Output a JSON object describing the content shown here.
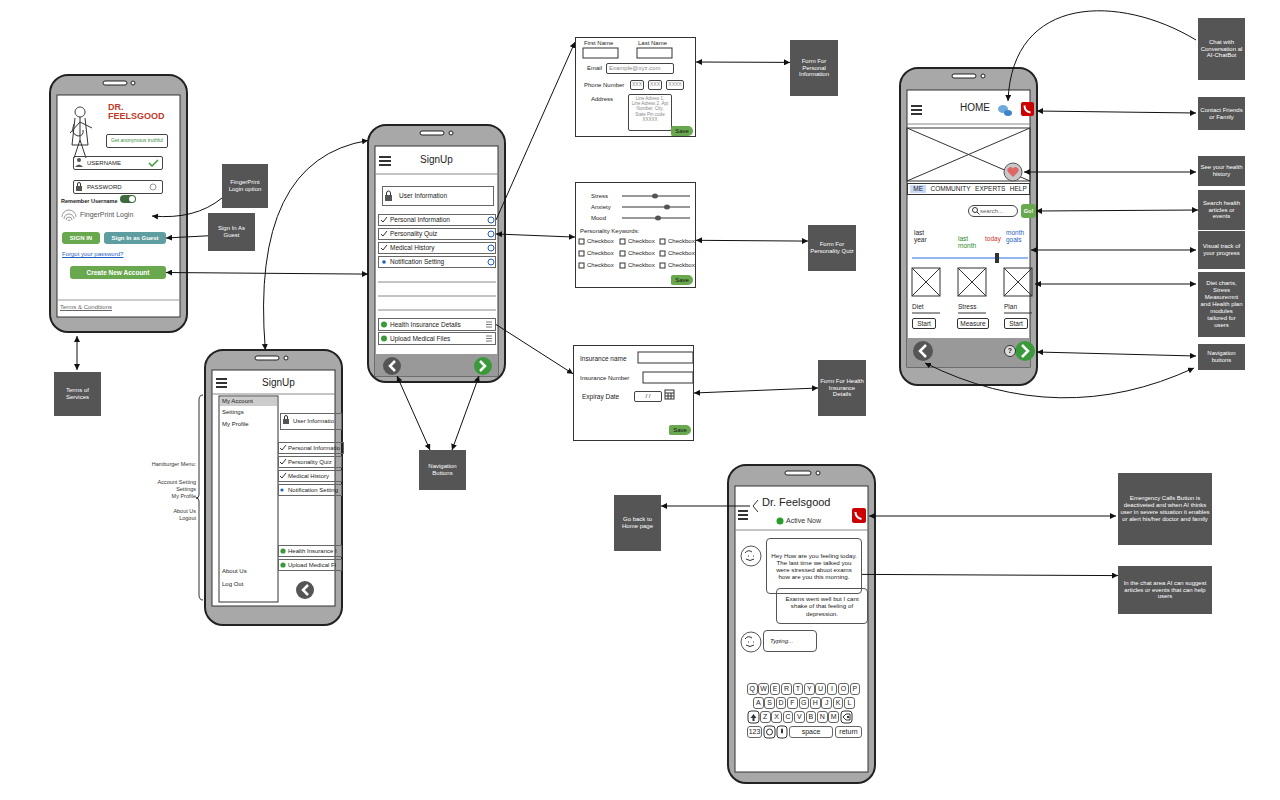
{
  "diagram": {
    "nodes": [
      {
        "text": [
          "DR. FEELSGOOD",
          "Remember Username",
          "FingerPrint Login",
          "Forgot your password?",
          "Terms & Conditions"
        ]
      },
      {
        "text": [
          "Get anonymous truthful"
        ],
        "in": 0
      },
      {
        "text": [
          "USERNAME"
        ],
        "in": 0
      },
      {
        "text": [
          "PASSWORD"
        ],
        "in": 0
      },
      {
        "text": [
          "SIGN IN"
        ],
        "in": 0
      },
      {
        "text": [
          "Sign In as Guest"
        ],
        "in": 0
      },
      {
        "text": [
          "Create New Account"
        ],
        "in": 0
      },
      {
        "text": [
          "FingerPrint Login option"
        ]
      },
      {
        "text": [
          "Sign In As Guest"
        ]
      },
      {
        "text": [
          "Terms of Services"
        ]
      },
      {
        "text": [
          "SignUp",
          "My Account",
          "Settings",
          "My Profile",
          "About Us",
          "Log Out"
        ]
      },
      {
        "text": [
          "User Informatio"
        ],
        "in": 10
      },
      {
        "text": [
          "Personal Informatio"
        ],
        "in": 10
      },
      {
        "text": [
          "Personality Quiz"
        ],
        "in": 10
      },
      {
        "text": [
          "Medical History"
        ],
        "in": 10
      },
      {
        "text": [
          "Notification Setting"
        ],
        "in": 10
      },
      {
        "text": [
          "Health Insurance I"
        ],
        "in": 10
      },
      {
        "text": [
          "Upload Medical Fi"
        ],
        "in": 10
      },
      {
        "text": [
          "SignUp"
        ]
      },
      {
        "text": [
          "User Information"
        ],
        "in": 18
      },
      {
        "text": [
          "Personal Information"
        ],
        "in": 18
      },
      {
        "text": [
          "Personality Quiz"
        ],
        "in": 18
      },
      {
        "text": [
          "Medical History"
        ],
        "in": 18
      },
      {
        "text": [
          "Notification Setting"
        ],
        "in": 18
      },
      {
        "text": [
          "Health Insurance Details"
        ],
        "in": 18
      },
      {
        "text": [
          "Upload Medical Files"
        ],
        "in": 18
      },
      {
        "text": [
          "Navigation Buttons"
        ]
      },
      {
        "text": [
          "First Name",
          "Last Name",
          "Email",
          "Phone Number",
          "Address"
        ]
      },
      {
        "text": [
          "Example@xyz.com"
        ],
        "in": 27
      },
      {
        "text": [
          "XXX"
        ],
        "in": 27
      },
      {
        "text": [
          "XXX"
        ],
        "in": 27
      },
      {
        "text": [
          "XXXX"
        ],
        "in": 27
      },
      {
        "text": [
          "Line Adress 1, Line Adress 2, Apt Number, City, State Pin code XXXXX"
        ],
        "in": 27
      },
      {
        "text": [
          "Save"
        ],
        "in": 27
      },
      {
        "text": [
          "Stress",
          "Anxiety",
          "Mood",
          "Personality Keywords:",
          "Checkbox",
          "Checkbox",
          "Checkbox",
          "Checkbox",
          "Checkbox",
          "Checkbox",
          "Checkbox",
          "Checkbox",
          "Checkbox"
        ]
      },
      {
        "text": [
          "Save"
        ],
        "in": 34
      },
      {
        "text": [
          "Insurance name",
          "Insurance Number",
          "Expiray Date"
        ]
      },
      {
        "text": [
          "/ /"
        ],
        "in": 36
      },
      {
        "text": [
          "Save"
        ],
        "in": 36
      },
      {
        "text": [
          "Form For Personal Information"
        ]
      },
      {
        "text": [
          "Form For Personality Quiz"
        ]
      },
      {
        "text": [
          "Form For Health Insurance Details"
        ]
      },
      {
        "text": [
          "HOME",
          "last year",
          "last month",
          "today",
          "month goals",
          "Diet",
          "Stress",
          "Plan"
        ]
      },
      {
        "text": [
          "ME",
          "COMMUNITY",
          "EXPERTS",
          "HELP"
        ],
        "in": 42
      },
      {
        "text": [
          "search..."
        ],
        "in": 42
      },
      {
        "text": [
          "Go!"
        ],
        "in": 42
      },
      {
        "text": [
          "Start"
        ],
        "in": 42
      },
      {
        "text": [
          "Measure"
        ],
        "in": 42
      },
      {
        "text": [
          "Start"
        ],
        "in": 42
      },
      {
        "text": [
          "?"
        ],
        "in": 42
      },
      {
        "text": [
          "Chat with Conversation al AI-ChatBot"
        ]
      },
      {
        "text": [
          "Contact Friends or Family"
        ]
      },
      {
        "text": [
          "See your health history"
        ]
      },
      {
        "text": [
          "Search health articles or events"
        ]
      },
      {
        "text": [
          "Visual track of your progress"
        ]
      },
      {
        "text": [
          "Diet charts, Stress Measuremnt and Health plan modules tailored for users"
        ]
      },
      {
        "text": [
          "Navigation buttons"
        ]
      },
      {
        "text": [
          "Go back to Home page"
        ]
      },
      {
        "text": [
          "Dr. Feelsgood",
          "Active Now"
        ]
      },
      {
        "text": [
          "Hey How are you feeling today. The last time we talked you were stressed abuot exams how are you this morning."
        ],
        "in": 58
      },
      {
        "text": [
          "Exams went well but I cant shake of that feeling of depression."
        ],
        "in": 58
      },
      {
        "text": [
          "Typing..."
        ],
        "in": 58
      },
      {
        "text": [
          "Q"
        ],
        "in": 58
      },
      {
        "text": [
          "W"
        ],
        "in": 58
      },
      {
        "text": [
          "E"
        ],
        "in": 58
      },
      {
        "text": [
          "R"
        ],
        "in": 58
      },
      {
        "text": [
          "T"
        ],
        "in": 58
      },
      {
        "text": [
          "Y"
        ],
        "in": 58
      },
      {
        "text": [
          "U"
        ],
        "in": 58
      },
      {
        "text": [
          "I"
        ],
        "in": 58
      },
      {
        "text": [
          "O"
        ],
        "in": 58
      },
      {
        "text": [
          "P"
        ],
        "in": 58
      },
      {
        "text": [
          "A"
        ],
        "in": 58
      },
      {
        "text": [
          "S"
        ],
        "in": 58
      },
      {
        "text": [
          "D"
        ],
        "in": 58
      },
      {
        "text": [
          "F"
        ],
        "in": 58
      },
      {
        "text": [
          "G"
        ],
        "in": 58
      },
      {
        "text": [
          "H"
        ],
        "in": 58
      },
      {
        "text": [
          "J"
        ],
        "in": 58
      },
      {
        "text": [
          "K"
        ],
        "in": 58
      },
      {
        "text": [
          "L"
        ],
        "in": 58
      },
      {
        "text": [
          "Z"
        ],
        "in": 58
      },
      {
        "text": [
          "X"
        ],
        "in": 58
      },
      {
        "text": [
          "C"
        ],
        "in": 58
      },
      {
        "text": [
          "V"
        ],
        "in": 58
      },
      {
        "text": [
          "B"
        ],
        "in": 58
      },
      {
        "text": [
          "N"
        ],
        "in": 58
      },
      {
        "text": [
          "M"
        ],
        "in": 58
      },
      {
        "text": [
          "123"
        ],
        "in": 58
      },
      {
        "text": [
          "space"
        ],
        "in": 58
      },
      {
        "text": [
          "return"
        ],
        "in": 58
      },
      {
        "text": [
          "Emergency Calls Button is deactiveted and when AI thinks user in severe situation it enables or alert his/her doctor and family"
        ]
      },
      {
        "text": [
          "In the chat area AI can suggest articles or events that can help users"
        ]
      }
    ],
    "edges": [
      {
        "from": 8,
        "to": 5,
        "arrow": "to"
      },
      {
        "from": 6,
        "to": 18,
        "arrow": "both"
      },
      {
        "from": 18,
        "to": 10,
        "arrow": "both"
      },
      {
        "from": 20,
        "to": 27,
        "arrow": "to"
      },
      {
        "from": 21,
        "to": 34,
        "arrow": "both"
      },
      {
        "from": 24,
        "to": 36,
        "arrow": "to"
      },
      {
        "from": 27,
        "to": 39,
        "arrow": "both"
      },
      {
        "from": 34,
        "to": 40,
        "arrow": "both"
      },
      {
        "from": 36,
        "to": 41,
        "arrow": "both"
      },
      {
        "from": 45,
        "to": 53,
        "arrow": "both"
      },
      {
        "from": 59,
        "to": 92,
        "arrow": "to"
      }
    ],
    "labels": [
      "Hamburger Menu:",
      "Account Setting",
      "Settings",
      "My Profile",
      "About Us",
      "Logout"
    ]
  }
}
